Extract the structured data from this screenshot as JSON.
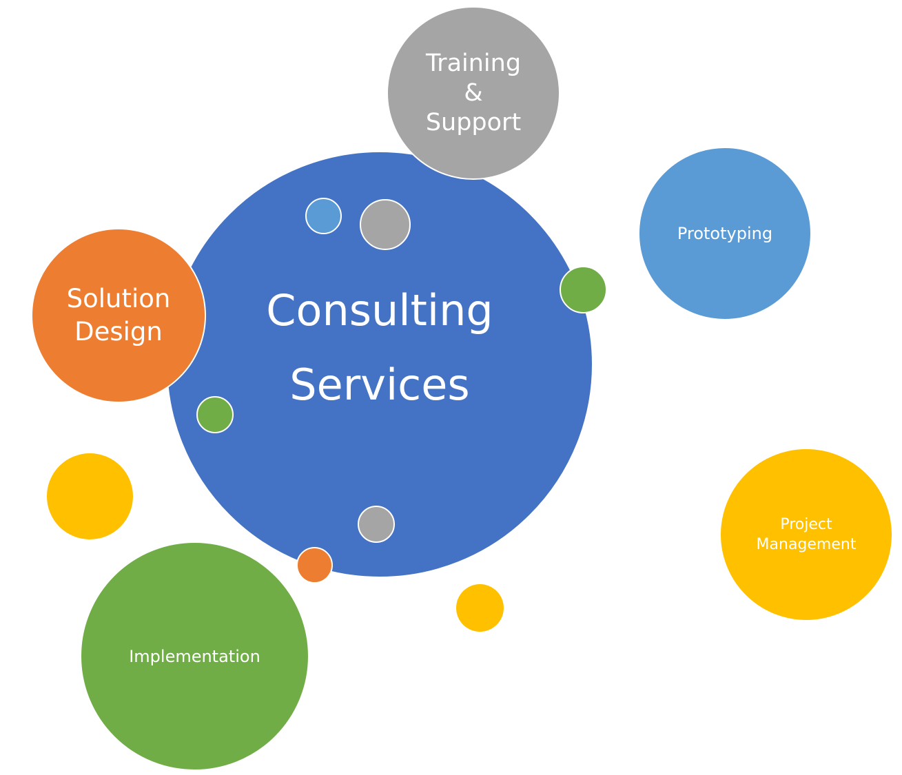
{
  "colors": {
    "core": "#4472C4",
    "training": "#A5A5A5",
    "solution": "#ED7D31",
    "prototyping": "#5B9BD5",
    "project_management": "#FFC000",
    "implementation": "#70AD47"
  },
  "labels": {
    "core": "Consulting\nServices",
    "training": "Training\n&\nSupport",
    "solution": "Solution\nDesign",
    "prototyping": "Prototyping",
    "project_management": "Project\nManagement",
    "implementation": "Implementation"
  },
  "dots": [
    {
      "color": "#5B9BD5"
    },
    {
      "color": "#A5A5A5"
    },
    {
      "color": "#70AD47"
    },
    {
      "color": "#70AD47"
    },
    {
      "color": "#A5A5A5"
    },
    {
      "color": "#ED7D31"
    },
    {
      "color": "#FFC000"
    },
    {
      "color": "#FFC000"
    }
  ]
}
